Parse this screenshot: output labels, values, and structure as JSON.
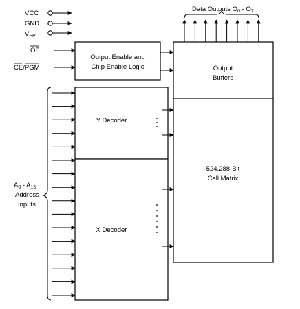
{
  "pins": {
    "vcc": "VCC",
    "gnd": "GND",
    "vpp_main": "V",
    "vpp_sub": "PP",
    "oe": "OE",
    "ce": "CE",
    "pgm": "PGM",
    "ce_pgm_sep": "/"
  },
  "address": {
    "a0_main": "A",
    "a0_sub": "0",
    "dash": " - ",
    "a15_main": "A",
    "a15_sub": "15",
    "line2": "Address",
    "line3": "Inputs"
  },
  "data_outputs": {
    "prefix": "Data Outputs O",
    "o0_sub": "0",
    "dash": "  - O",
    "o7_sub": "7"
  },
  "blocks": {
    "logic_line1": "Output Enable and",
    "logic_line2": "Chip Enable Logic",
    "buffers_line1": "Output",
    "buffers_line2": "Buffers",
    "y_decoder": "Y Decoder",
    "x_decoder": "X Decoder",
    "matrix_line1": "524,288-Bit",
    "matrix_line2": "Cell Matrix"
  }
}
